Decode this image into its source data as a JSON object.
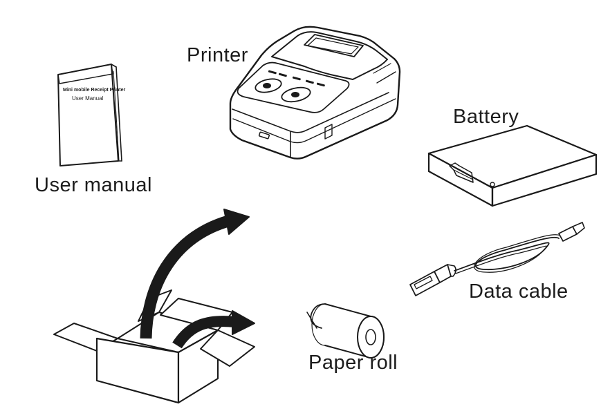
{
  "labels": {
    "printer": "Printer",
    "battery": "Battery",
    "user_manual": "User manual",
    "data_cable": "Data cable",
    "paper_roll": "Paper roll"
  },
  "manual_cover": {
    "line1": "Mini mobile Receipt Printer",
    "line2": "User Manual"
  },
  "colors": {
    "line": "#1a1a1a",
    "background": "#ffffff"
  }
}
